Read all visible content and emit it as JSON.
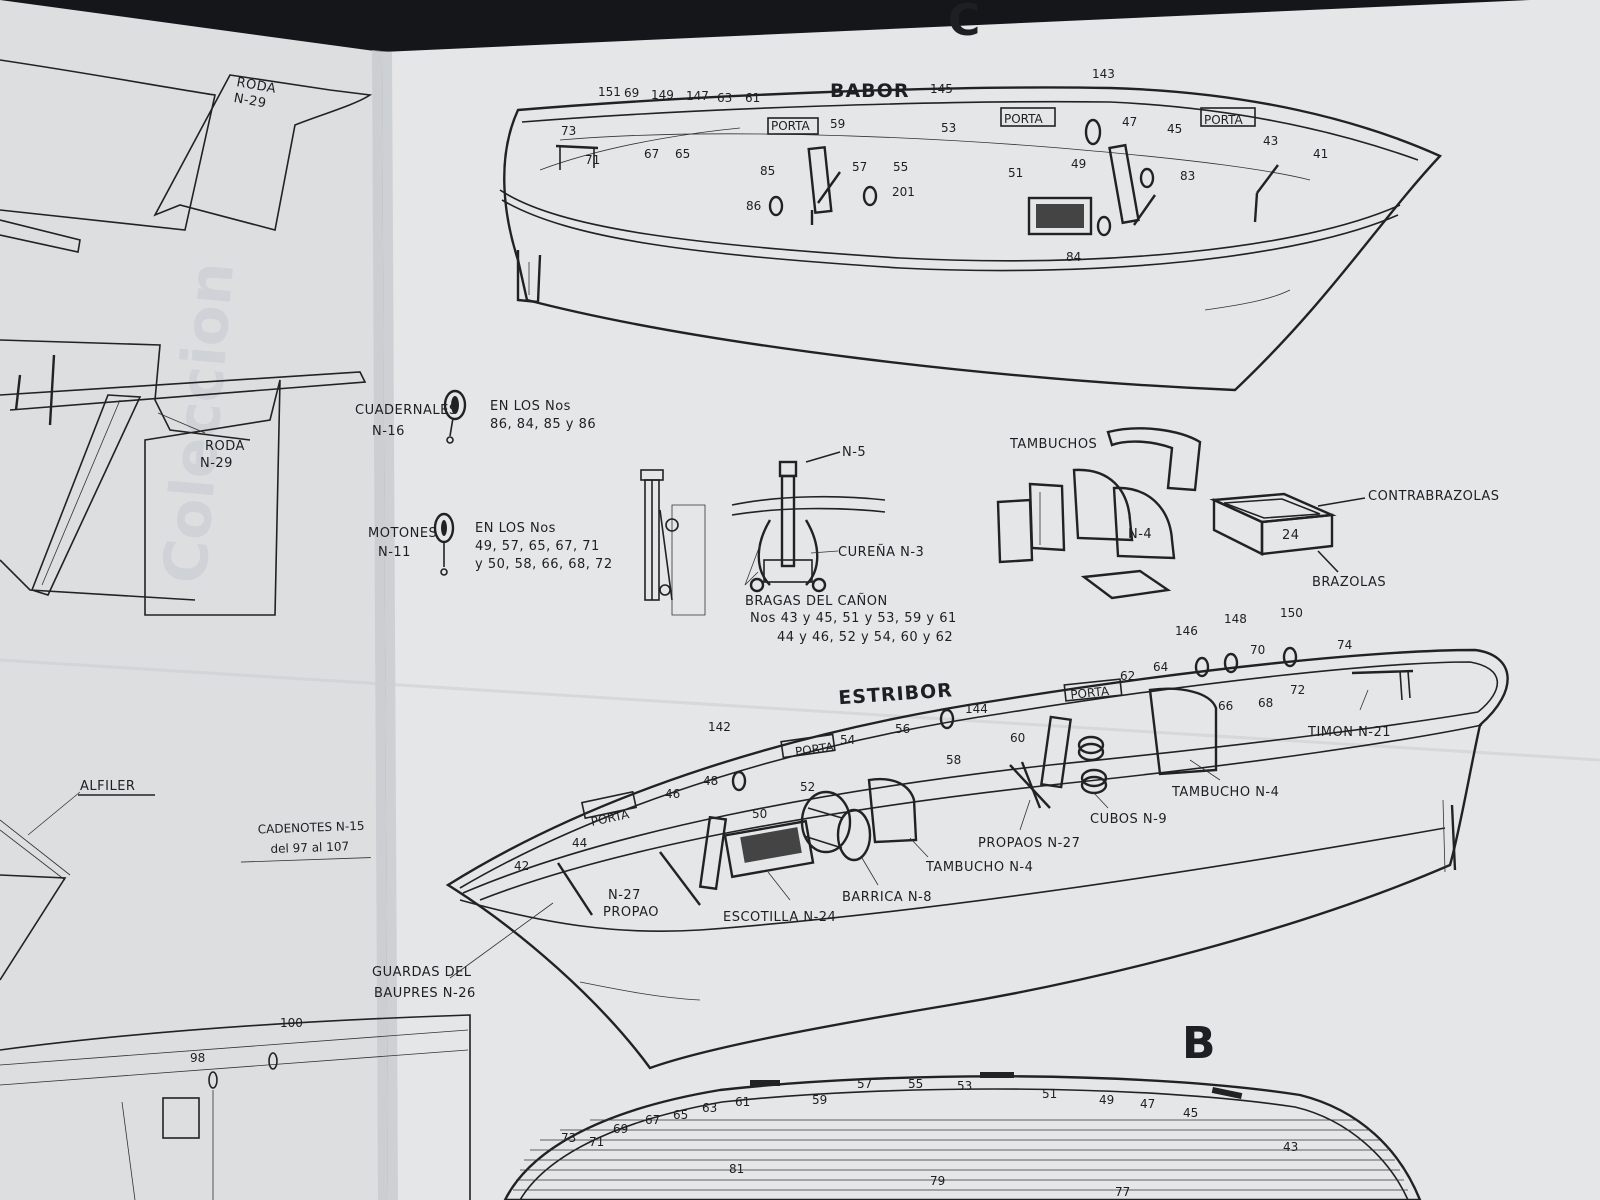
{
  "sections": {
    "c": "C",
    "b": "B"
  },
  "left_page": {
    "roda_top": [
      "RODA",
      "N-29"
    ],
    "roda_mid": [
      "RODA",
      "N-29"
    ],
    "cuadernales": {
      "label": [
        "CUADERNALES",
        "N-16"
      ],
      "ref": [
        "EN LOS Nos",
        "86, 84, 85 y 86"
      ]
    },
    "motones": {
      "label": [
        "MOTONES",
        "N-11"
      ],
      "ref": [
        "EN LOS Nos",
        "49, 57, 65, 67, 71",
        "y 50, 58, 66, 68, 72"
      ]
    },
    "alfiler": "ALFILER",
    "cadenotes": [
      "CADENOTES N-15",
      "del 97 al 107"
    ],
    "guardas": [
      "GUARDAS DEL",
      "BAUPRES N-26"
    ],
    "b_hull_numbers": [
      "98",
      "100"
    ]
  },
  "babor": {
    "title": "BABOR",
    "porta": "PORTA",
    "numbers": [
      "151",
      "69",
      "149",
      "147",
      "63",
      "61",
      "73",
      "71",
      "67",
      "65",
      "59",
      "57",
      "55",
      "145",
      "53",
      "51",
      "49",
      "143",
      "47",
      "45",
      "43",
      "41",
      "83",
      "85",
      "86",
      "201",
      "84"
    ]
  },
  "cannon": {
    "n5": "N-5",
    "curena": "CUREÑA N-3",
    "bragas": "BRAGAS DEL CAÑON",
    "bragas_nos": [
      "Nos 43 y 45, 51 y 53, 59 y 61",
      "44 y 46, 52 y 54, 60 y 62"
    ]
  },
  "hatch": {
    "tambuchos": "TAMBUCHOS",
    "n4": "N-4",
    "contrabrazolas": "CONTRABRAZOLAS",
    "brazolas": "BRAZOLAS",
    "n24": "24"
  },
  "estribor": {
    "title": "ESTRIBOR",
    "porta": "PORTA",
    "numbers": [
      "146",
      "148",
      "150",
      "74",
      "70",
      "72",
      "62",
      "64",
      "66",
      "68",
      "144",
      "58",
      "56",
      "60",
      "54",
      "142",
      "52",
      "50",
      "48",
      "46",
      "44",
      "42"
    ],
    "labels": {
      "timon": "TIMON N-21",
      "tambucho_4a": "TAMBUCHO N-4",
      "cubos": "CUBOS N-9",
      "propaos": "PROPAOS N-27",
      "tambucho_4b": "TAMBUCHO N-4",
      "barrica": "BARRICA N-8",
      "escotilla": "ESCOTILLA N-24",
      "propao": [
        "N-27",
        "PROPAO"
      ]
    }
  },
  "section_b": {
    "numbers": [
      "57",
      "55",
      "53",
      "51",
      "49",
      "47",
      "45",
      "63",
      "61",
      "59",
      "65",
      "67",
      "69",
      "73",
      "71",
      "43",
      "81",
      "79",
      "77"
    ]
  }
}
